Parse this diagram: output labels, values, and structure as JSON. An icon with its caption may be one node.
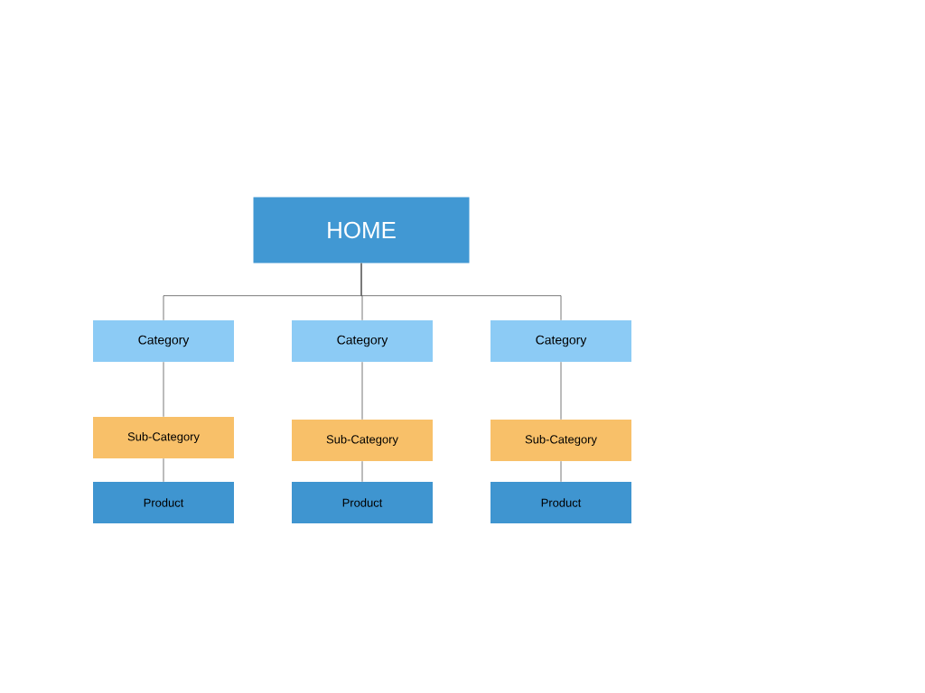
{
  "diagram": {
    "nodes": [
      {
        "text": [
          "HOME"
        ]
      },
      {
        "text": [
          "Category"
        ]
      },
      {
        "text": [
          "Category"
        ]
      },
      {
        "text": [
          "Category"
        ]
      },
      {
        "text": [
          "Sub-Category"
        ]
      },
      {
        "text": [
          "Sub-Category"
        ]
      },
      {
        "text": [
          "Sub-Category"
        ]
      },
      {
        "text": [
          "Product"
        ]
      },
      {
        "text": [
          "Product"
        ]
      },
      {
        "text": [
          "Product"
        ]
      }
    ],
    "edges": [
      {
        "from": 0,
        "to": 1,
        "arrow": "none"
      },
      {
        "from": 0,
        "to": 2,
        "arrow": "none"
      },
      {
        "from": 0,
        "to": 3,
        "arrow": "none"
      },
      {
        "from": 1,
        "to": 4,
        "arrow": "none"
      },
      {
        "from": 2,
        "to": 5,
        "arrow": "none"
      },
      {
        "from": 3,
        "to": 6,
        "arrow": "none"
      },
      {
        "from": 4,
        "to": 7,
        "arrow": "none"
      },
      {
        "from": 5,
        "to": 8,
        "arrow": "none"
      },
      {
        "from": 6,
        "to": 9,
        "arrow": "none"
      }
    ]
  }
}
